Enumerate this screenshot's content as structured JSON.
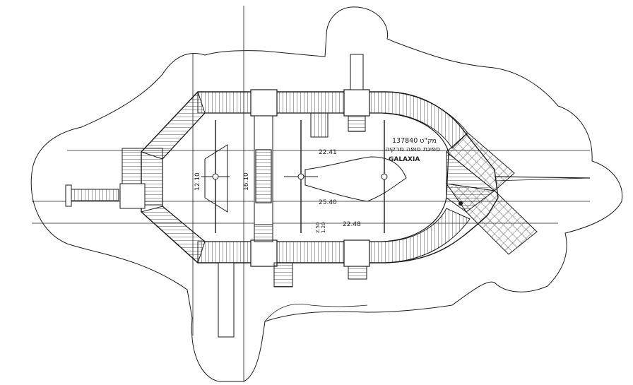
{
  "dimensions": {
    "top_width": "22.41",
    "overall_length": "25.40",
    "bottom_width": "22.48",
    "inner_depth": "12.10",
    "outer_depth": "16.10",
    "small_a": "2.50",
    "small_b": "1.20"
  },
  "label": {
    "catalog_line": "מק\"ט 137840",
    "name_line": "ספינת סופה מרקיה",
    "brand": "GALAXIA"
  },
  "colors": {
    "line": "#1a1a1a",
    "fill": "#ffffff"
  }
}
